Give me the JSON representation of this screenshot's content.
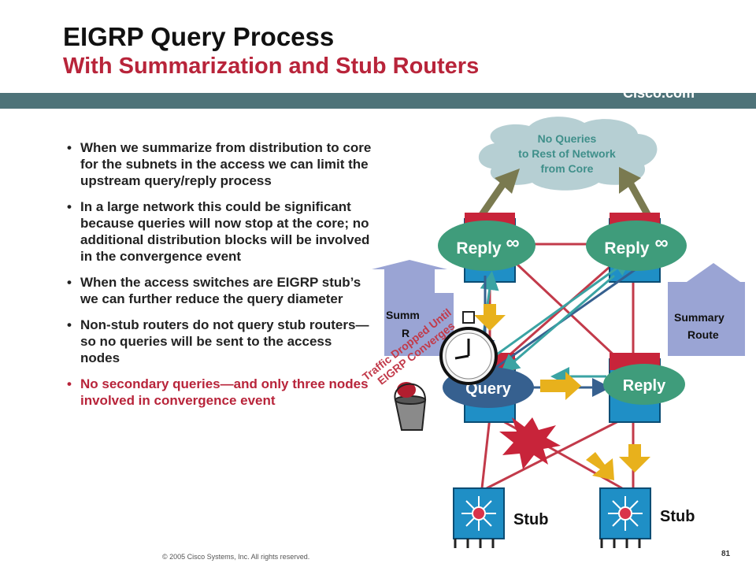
{
  "header": {
    "title": "EIGRP Query Process",
    "subtitle": "With Summarization and Stub Routers",
    "brand": "Cisco.com"
  },
  "bullets": [
    "When we summarize from distribution to core for the subnets in the access we can limit the upstream query/reply process",
    "In a large network this could be significant because queries will now stop at the core; no additional distribution blocks will be involved in the convergence event",
    "When the access switches are EIGRP stub’s we can further reduce the query diameter",
    "Non-stub routers do not query stub routers—so no queries will be sent to the access nodes",
    "No secondary queries—and only three nodes involved in convergence event"
  ],
  "diagram": {
    "cloud": [
      "No Queries",
      "to Rest of Network",
      "from Core"
    ],
    "bubbles": {
      "reply_left": "Reply",
      "reply_right": "Reply",
      "infinity": "∞",
      "query": "Query",
      "reply_dist": "Reply"
    },
    "summary_left": [
      "Summ",
      "R"
    ],
    "summary_right": [
      "Summary",
      "Route"
    ],
    "traffic_note": [
      "Traffic Dropped Until",
      "EIGRP Converges"
    ],
    "stub_labels": [
      "Stub",
      "Stub"
    ]
  },
  "colors": {
    "accent": "#b8243a",
    "band": "#4e7379",
    "bubble": "#3f9c7b",
    "query": "#36608f"
  },
  "footer": {
    "copyright": "© 2005 Cisco Systems, Inc. All rights reserved.",
    "page": "81"
  }
}
